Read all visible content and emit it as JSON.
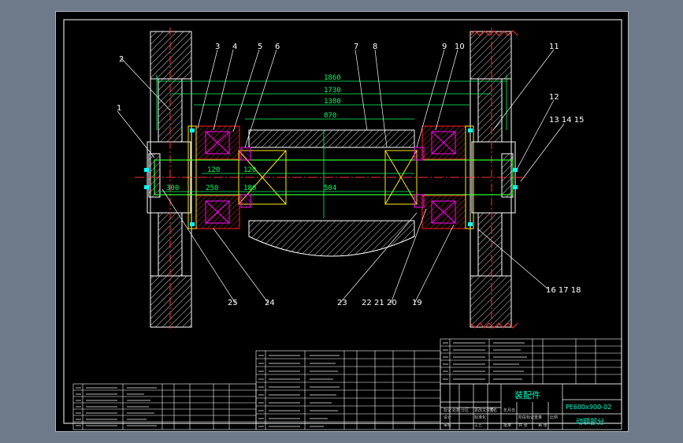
{
  "drawing": {
    "title_cn": "装配件",
    "code": "PE600x900-02",
    "part_name": "动颚部分",
    "title_block_labels": [
      "标记",
      "处数",
      "分区",
      "更改文件号",
      "签名",
      "年月日"
    ],
    "title_block_row2": [
      "设计",
      "标准化",
      "阶段标记",
      "重量",
      "比例"
    ],
    "title_block_row3": [
      "审核",
      "工艺",
      "批准",
      "共 张",
      "第 张"
    ],
    "dimensions": {
      "overall_1": "1860",
      "overall_2": "1730",
      "overall_3": "1380",
      "overall_4": "870",
      "seg_a": "120",
      "seg_b": "300",
      "seg_c": "120",
      "seg_d": "250",
      "seg_e": "180",
      "seg_f": "504"
    },
    "balloons_top": [
      "3",
      "4",
      "5",
      "6",
      "7",
      "8",
      "9",
      "10",
      "11",
      "12",
      "13",
      "14",
      "15"
    ],
    "balloon_2": "2",
    "balloon_1": "1",
    "balloons_bottom_left": [
      "25",
      "24"
    ],
    "balloons_bottom_mid": [
      "23",
      "22",
      "21",
      "20",
      "19"
    ],
    "balloon_right_bottom": "16 17 18",
    "balloon_12": "12",
    "balloon_131415": "13 14 15"
  },
  "colors": {
    "outline": "#ffffff",
    "centerline": "#ff3030",
    "dimension": "#00ff66",
    "hatch": "#ffffff",
    "bearing_red": "#ff2020",
    "bearing_magenta": "#ff00ff",
    "bearing_yellow": "#ffee00",
    "shaft_green": "#33ff33",
    "bolt_cyan": "#00ffff",
    "table_line": "#ffffff",
    "table_text": "#c8c8c8",
    "title_text": "#00ffcc"
  }
}
